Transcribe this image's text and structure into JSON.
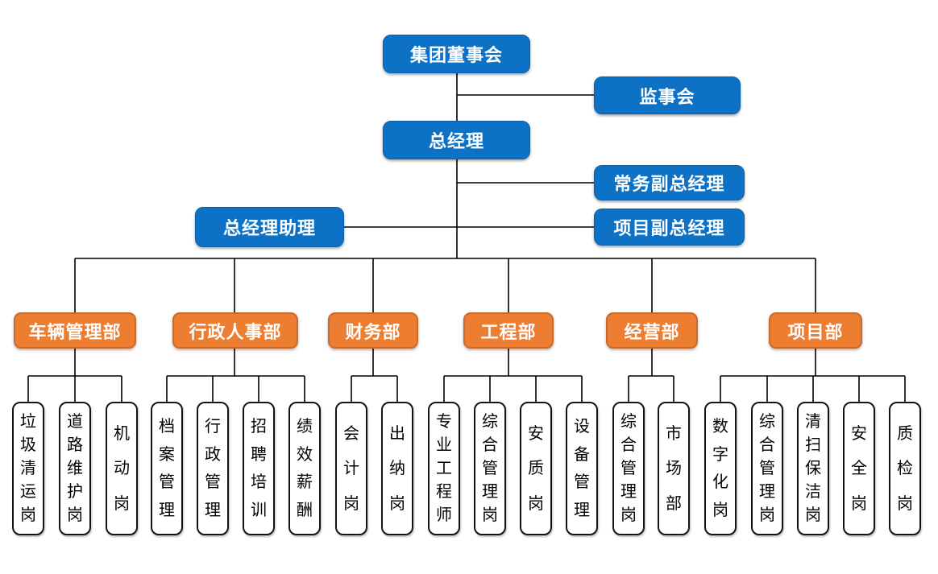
{
  "org": {
    "board": {
      "label": "集团董事会"
    },
    "supervisory": {
      "label": "监事会"
    },
    "general_manager": {
      "label": "总经理"
    },
    "executive_deputy_gm": {
      "label": "常务副总经理"
    },
    "gm_assistant": {
      "label": "总经理助理"
    },
    "project_deputy_gm": {
      "label": "项目副总经理"
    },
    "departments": [
      {
        "label": "车辆管理部",
        "positions": [
          "垃圾清运岗",
          "道路维护岗",
          "机动岗"
        ]
      },
      {
        "label": "行政人事部",
        "positions": [
          "档案管理",
          "行政管理",
          "招聘培训",
          "绩效薪酬"
        ]
      },
      {
        "label": "财务部",
        "positions": [
          "会计岗",
          "出纳岗"
        ]
      },
      {
        "label": "工程部",
        "positions": [
          "专业工程师",
          "综合管理岗",
          "安质岗",
          "设备管理"
        ]
      },
      {
        "label": "经营部",
        "positions": [
          "综合管理岗",
          "市场部"
        ]
      },
      {
        "label": "项目部",
        "positions": [
          "数字化岗",
          "综合管理岗",
          "清扫保洁岗",
          "安全岗",
          "质检岗"
        ]
      }
    ]
  },
  "colors": {
    "executive_box": "#0D72C6",
    "department_box": "#ED7D31",
    "department_border": "#C96A2B",
    "position_border": "#141414",
    "connector_line": "#000000",
    "background": "#FFFFFF"
  }
}
